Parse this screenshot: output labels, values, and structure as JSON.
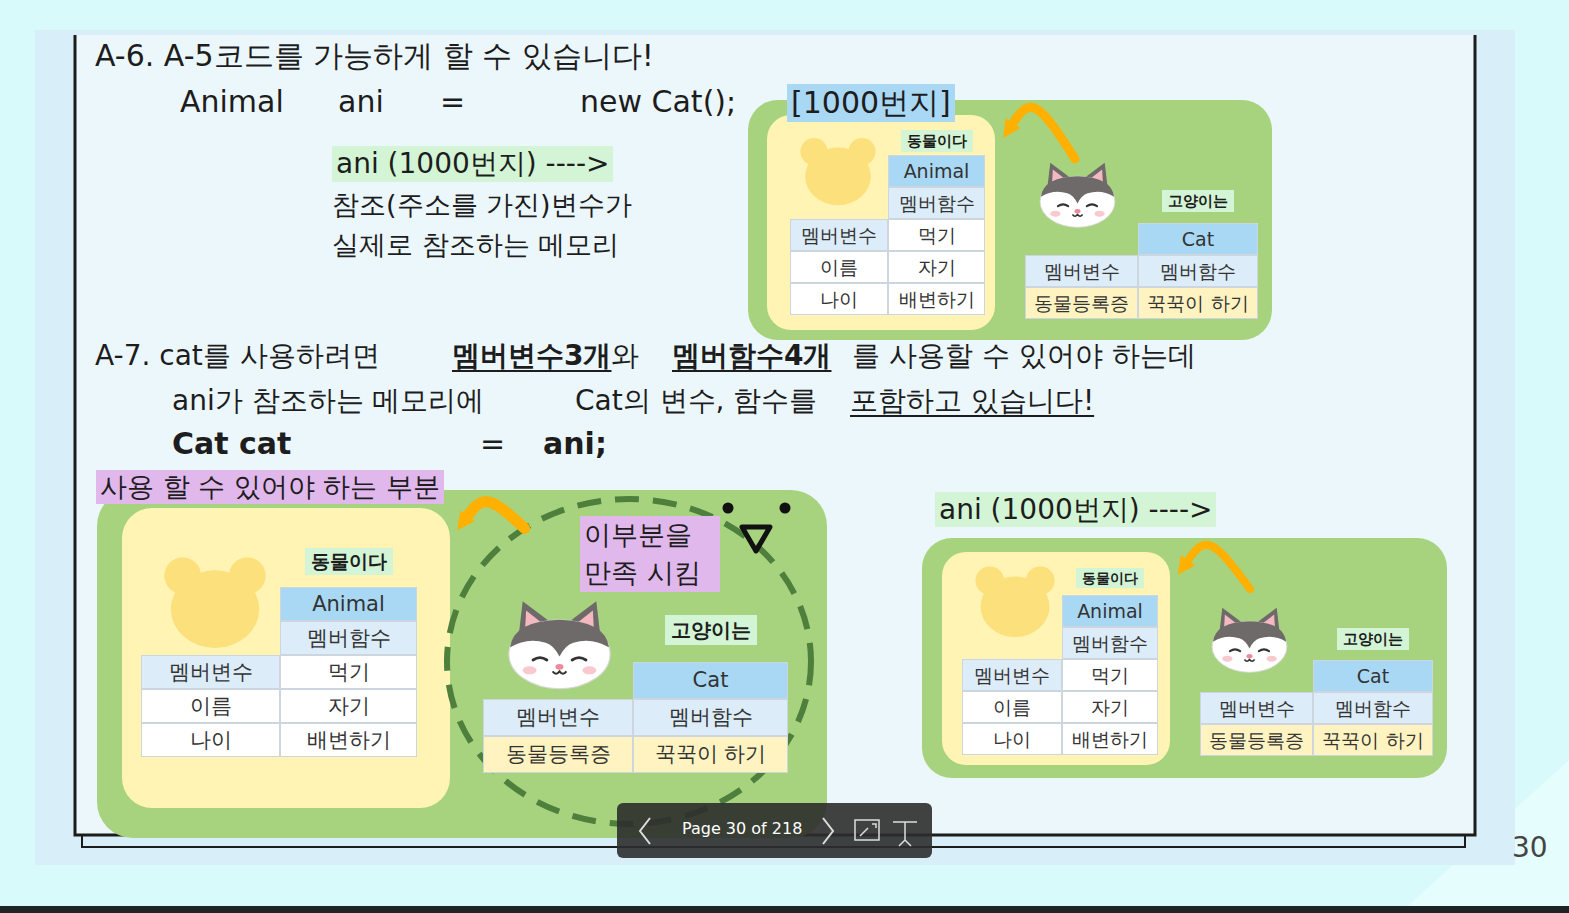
{
  "diagram": {
    "nodes": [
      {
        "text": [
          "[1000번지]"
        ]
      },
      {
        "text": [
          "동물이다",
          "Animal",
          "멤버함수",
          "멤버변수",
          "먹기",
          "이름",
          "자기",
          "나이",
          "배변하기"
        ],
        "in": 0
      },
      {
        "text": [
          "고양이는",
          "Cat",
          "멤버변수",
          "멤버함수",
          "동물등록증",
          "꾹꾹이 하기"
        ],
        "in": 0
      },
      {
        "text": [
          "사용 할 수 있어야 하는 부분"
        ]
      },
      {
        "text": [
          "동물이다",
          "Animal",
          "멤버함수",
          "멤버변수",
          "먹기",
          "이름",
          "자기",
          "나이",
          "배변하기"
        ],
        "in": 3
      },
      {
        "text": [
          "이부분을 만족 시킴"
        ],
        "in": 3
      },
      {
        "text": [
          "고양이는",
          "Cat",
          "멤버변수",
          "멤버함수",
          "동물등록증",
          "꾹꾹이 하기"
        ],
        "in": 5
      },
      {
        "text": [
          "ani (1000번지) ---->"
        ]
      },
      {
        "text": [
          "동물이다",
          "Animal",
          "멤버함수",
          "멤버변수",
          "먹기",
          "이름",
          "자기",
          "나이",
          "배변하기"
        ],
        "in": 7
      },
      {
        "text": [
          "고양이는",
          "Cat",
          "멤버변수",
          "멤버함수",
          "동물등록증",
          "꾹꾹이 하기"
        ],
        "in": 7
      }
    ],
    "edges": [
      {
        "from": 2,
        "to": 1,
        "arrow": "to"
      },
      {
        "from": 5,
        "to": 4,
        "arrow": "to"
      },
      {
        "from": 9,
        "to": 8,
        "arrow": "to"
      }
    ],
    "labels": [
      "A-6. A-5코드를 가능하게 할 수 있습니다!",
      "Animal",
      "ani",
      "=",
      "new Cat();",
      "ani (1000번지) ---->",
      "참조(주소를 가진)변수가 실제로 참조하는 메모리",
      "A-7. cat를 사용하려면",
      "멤버변수3개",
      "와",
      "멤버함수4개",
      "를 사용할 수 있어야 하는데",
      "ani가 참조하는 메모리에",
      "Cat의 변수, 함수를",
      "포함하고 있습니다!",
      "Cat cat",
      "=",
      "ani;",
      "Page 30 of 218",
      "30"
    ]
  }
}
